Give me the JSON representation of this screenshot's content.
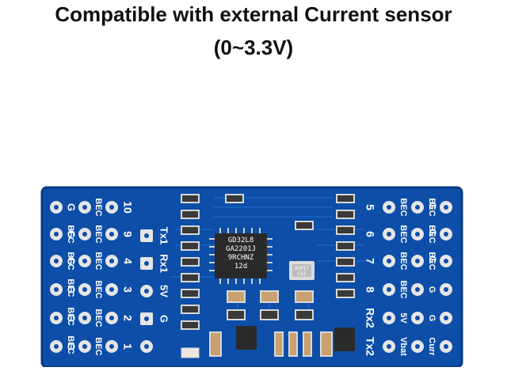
{
  "headline": {
    "line1": "Compatible with external Current sensor",
    "line2": "(0~3.3V)"
  },
  "colors": {
    "pcb": "#0d4ea8",
    "pcb_edge": "#083a85",
    "pad": "#e6e6e6",
    "silk": "#ffffff",
    "chip": "#2a2a2a",
    "resistor": "#3a3a3a",
    "capacitor": "#c9a070"
  },
  "board": {
    "left_labels": {
      "col_g": [
        "G",
        "G",
        "G",
        "G",
        "G",
        "G"
      ],
      "col_bec1": [
        "BEC",
        "BEC",
        "BEC",
        "BEC",
        "BEC",
        "BEC"
      ],
      "col_bec2": [
        "BEC",
        "BEC",
        "BEC",
        "BEC",
        "BEC"
      ],
      "channels": [
        "10",
        "9",
        "4",
        "3",
        "2",
        "1"
      ]
    },
    "mid_labels": [
      "Tx1",
      "Rx1",
      "5V",
      "G"
    ],
    "right_channels": [
      "5",
      "6",
      "7",
      "8",
      "Rx2",
      "Tx2"
    ],
    "right_labels": {
      "col_a": [
        "BEC",
        "BEC",
        "BEC",
        "BEC",
        "5V",
        "Vbat"
      ],
      "col_b": [
        "BEC",
        "BEC",
        "BEC",
        "G",
        "G",
        "Curr"
      ],
      "col_c": [
        "G",
        "G",
        "G"
      ]
    },
    "chip_text": [
      "GD32L8",
      "GA2201J",
      "9RCHNZ",
      "12d"
    ],
    "small_chip_text": [
      "A5P17",
      "C52"
    ]
  }
}
